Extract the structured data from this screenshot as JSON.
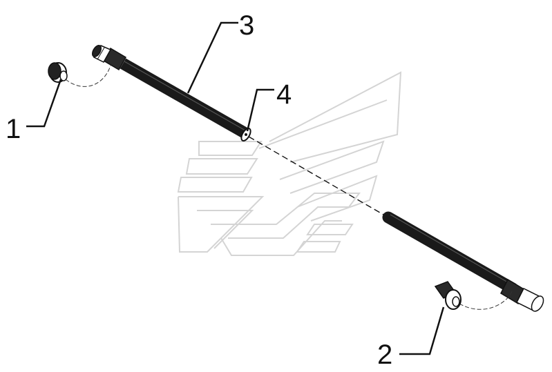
{
  "callouts": [
    {
      "number": "1",
      "part": "fitting-nut"
    },
    {
      "number": "2",
      "part": "fitting-nut"
    },
    {
      "number": "3",
      "part": "hydraulic-hose"
    },
    {
      "number": "4",
      "part": "hose-clamp"
    }
  ],
  "colors": {
    "linework": "#111111",
    "hose": "#1a1a1a",
    "watermark": "#d4d4d4",
    "background": "#ffffff"
  }
}
